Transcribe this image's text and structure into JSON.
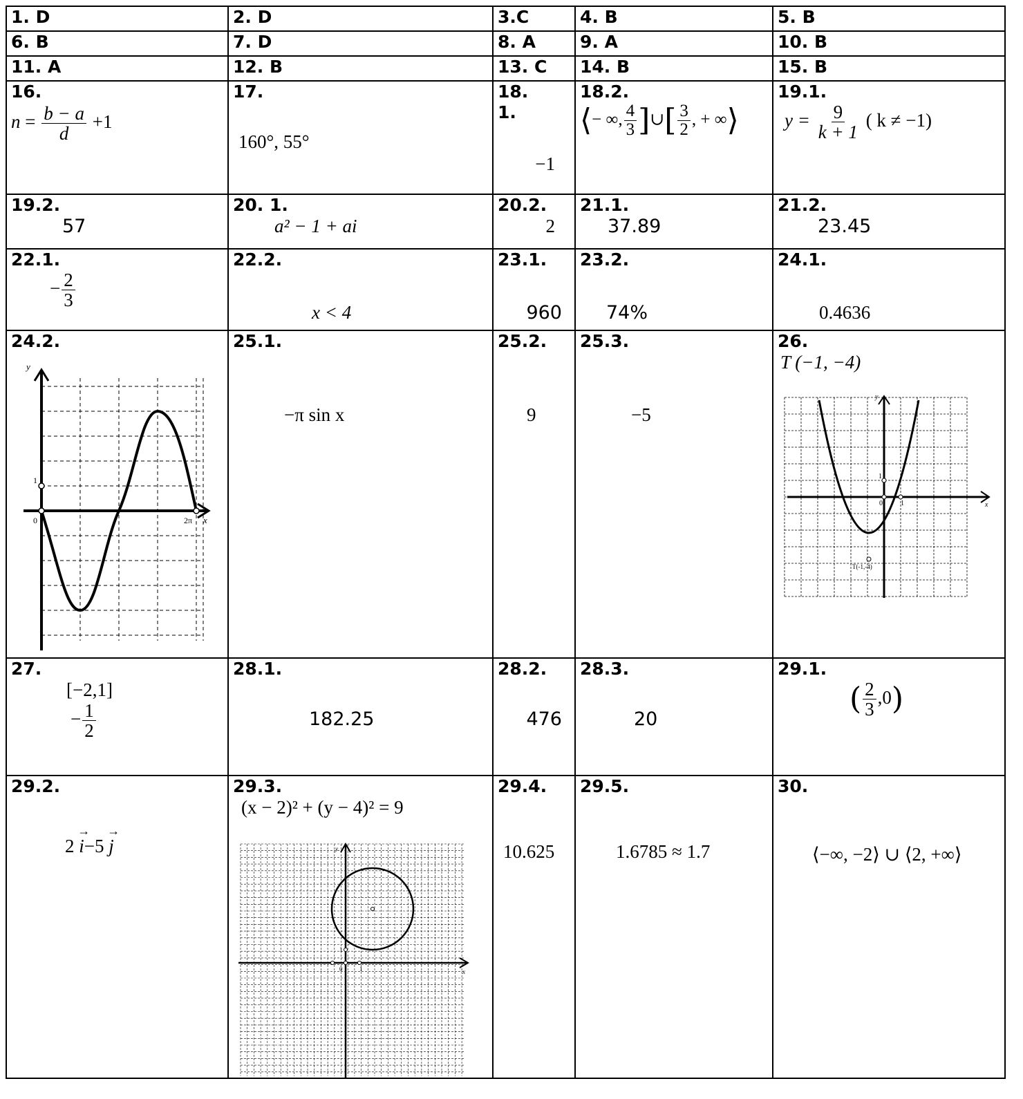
{
  "rows": [
    [
      {
        "label": "1. D"
      },
      {
        "label": "2. D"
      },
      {
        "label": "3.C"
      },
      {
        "label": "4. B"
      },
      {
        "label": "5. B"
      }
    ],
    [
      {
        "label": "6. B"
      },
      {
        "label": "7. D"
      },
      {
        "label": "8. A"
      },
      {
        "label": "9. A"
      },
      {
        "label": "10. B"
      }
    ],
    [
      {
        "label": "11. A"
      },
      {
        "label": "12. B"
      },
      {
        "label": "13. C"
      },
      {
        "label": "14. B"
      },
      {
        "label": "15. B"
      }
    ],
    [
      {
        "label": "16.",
        "n": "n",
        "eq": "=",
        "num": "b − a",
        "den": "d",
        "plus": "+1"
      },
      {
        "label": "17.",
        "answer": "160°, 55°"
      },
      {
        "label": "18.",
        "sub": "1.",
        "answer": "−1"
      },
      {
        "label": "18.2.",
        "inf": "− ∞,",
        "f1num": "4",
        "f1den": "3",
        "union": "∪",
        "f2num": "3",
        "f2den": "2",
        "pinf": ", + ∞"
      },
      {
        "label": "19.1.",
        "y": "y =",
        "num": "9",
        "den": "k + 1",
        "cond": "( k ≠ −1)"
      }
    ],
    [
      {
        "label": "19.2.",
        "answer": "57"
      },
      {
        "label": "20. 1.",
        "answer": "a² − 1 + ai"
      },
      {
        "label": "20.2.",
        "answer": "2"
      },
      {
        "label": "21.1.",
        "answer": "37.89"
      },
      {
        "label": "21.2.",
        "answer": "23.45"
      }
    ],
    [
      {
        "label": "22.1.",
        "sign": "−",
        "num": "2",
        "den": "3"
      },
      {
        "label": "22.2.",
        "answer": "x < 4"
      },
      {
        "label": "23.1.",
        "answer": "960"
      },
      {
        "label": "23.2.",
        "answer": "74%"
      },
      {
        "label": "24.1.",
        "answer": "0.4636"
      }
    ],
    [
      {
        "label": "24.2.",
        "graph": {
          "ylabel": "y",
          "xlabel": "x",
          "origin": "0",
          "one": "1",
          "end": "2π"
        }
      },
      {
        "label": "25.1.",
        "answer": "−π sin x"
      },
      {
        "label": "25.2.",
        "answer": "9"
      },
      {
        "label": "25.3.",
        "answer": "−5"
      },
      {
        "label": "26.",
        "answer": "T (−1, −4)",
        "graph": {
          "ylabel": "y",
          "xlabel": "x",
          "origin": "0",
          "one_x": "1",
          "one_y": "1",
          "vertex": "T(-1,-4)"
        }
      }
    ],
    [
      {
        "label": "27.",
        "answer": "[−2,1]",
        "sign": "−",
        "num": "1",
        "den": "2"
      },
      {
        "label": "28.1.",
        "answer": "182.25"
      },
      {
        "label": "28.2.",
        "answer": "476"
      },
      {
        "label": "28.3.",
        "answer": "20"
      },
      {
        "label": "29.1.",
        "num": "2",
        "den": "3",
        "rest": ",0"
      }
    ],
    [
      {
        "label": "29.2.",
        "coef1": "2",
        "i": "i",
        "op": "−5",
        "j": "j"
      },
      {
        "label": "29.3.",
        "answer": "(x − 2)² + (y − 4)² = 9",
        "graph": {
          "ylabel": "y",
          "xlabel": "x",
          "origin": "0",
          "one_x": "1",
          "one_y": "1"
        }
      },
      {
        "label": "29.4.",
        "answer": "10.625"
      },
      {
        "label": "29.5.",
        "answer": "1.6785 ≈ 1.7"
      },
      {
        "label": "30.",
        "answer": "⟨−∞, −2⟩ ∪ ⟨2, +∞⟩"
      }
    ]
  ]
}
